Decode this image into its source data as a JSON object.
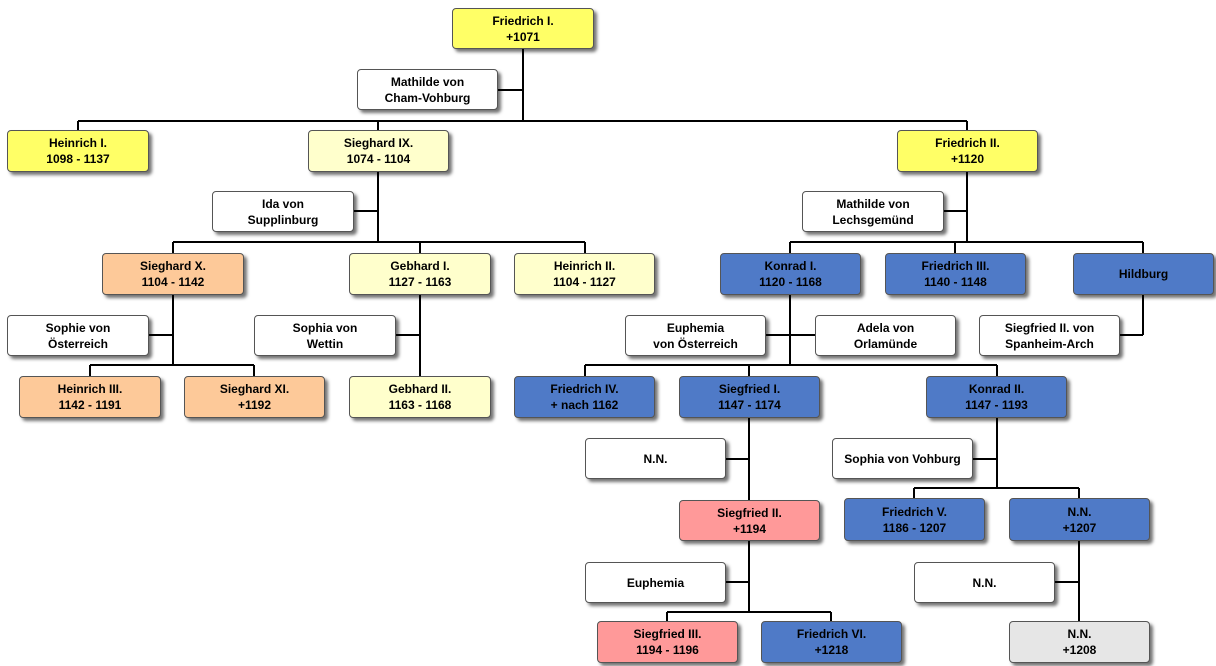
{
  "colors": {
    "yellow": "#ffff66",
    "cream": "#ffffcc",
    "peach": "#fdc999",
    "blue": "#4f7ac7",
    "pink": "#ff9999",
    "gray": "#e6e6e6",
    "white": "#ffffff"
  },
  "nodes": {
    "friedrich_i": {
      "name": "Friedrich I.",
      "dates": "+1071"
    },
    "mathilde_cham": {
      "name": "Mathilde von",
      "dates": "Cham-Vohburg"
    },
    "heinrich_i": {
      "name": "Heinrich I.",
      "dates": "1098 - 1137"
    },
    "sieghard_ix": {
      "name": "Sieghard IX.",
      "dates": "1074 - 1104"
    },
    "friedrich_ii": {
      "name": "Friedrich II.",
      "dates": "+1120"
    },
    "ida": {
      "name": "Ida von",
      "dates": "Supplinburg"
    },
    "mathilde_lech": {
      "name": "Mathilde von",
      "dates": "Lechsgemünd"
    },
    "sieghard_x": {
      "name": "Sieghard X.",
      "dates": "1104 - 1142"
    },
    "gebhard_i": {
      "name": "Gebhard I.",
      "dates": "1127 - 1163"
    },
    "heinrich_ii": {
      "name": "Heinrich II.",
      "dates": "1104 - 1127"
    },
    "konrad_i": {
      "name": "Konrad I.",
      "dates": "1120 - 1168"
    },
    "friedrich_iii": {
      "name": "Friedrich III.",
      "dates": "1140 - 1148"
    },
    "hildburg": {
      "name": "Hildburg",
      "dates": ""
    },
    "sophie": {
      "name": "Sophie von",
      "dates": "Österreich"
    },
    "sophia_wettin": {
      "name": "Sophia von",
      "dates": "Wettin"
    },
    "euphemia_oe": {
      "name": "Euphemia",
      "dates": "von Österreich"
    },
    "adela": {
      "name": "Adela von",
      "dates": "Orlamünde"
    },
    "siegfried_ii_sp": {
      "name": "Siegfried II. von",
      "dates": "Spanheim-Arch"
    },
    "heinrich_iii": {
      "name": "Heinrich III.",
      "dates": "1142 - 1191"
    },
    "sieghard_xi": {
      "name": "Sieghard XI.",
      "dates": "+1192"
    },
    "gebhard_ii": {
      "name": "Gebhard II.",
      "dates": "1163 - 1168"
    },
    "friedrich_iv": {
      "name": "Friedrich IV.",
      "dates": "+ nach 1162"
    },
    "siegfried_i": {
      "name": "Siegfried I.",
      "dates": "1147 - 1174"
    },
    "konrad_ii": {
      "name": "Konrad II.",
      "dates": "1147 - 1193"
    },
    "nn_1": {
      "name": "N.N.",
      "dates": ""
    },
    "sophia_vohburg": {
      "name": "Sophia von Vohburg",
      "dates": ""
    },
    "siegfried_ii": {
      "name": "Siegfried II.",
      "dates": "+1194"
    },
    "friedrich_v": {
      "name": "Friedrich V.",
      "dates": "1186 - 1207"
    },
    "nn_2": {
      "name": "N.N.",
      "dates": "+1207"
    },
    "euphemia": {
      "name": "Euphemia",
      "dates": ""
    },
    "nn_3": {
      "name": "N.N.",
      "dates": ""
    },
    "siegfried_iii": {
      "name": "Siegfried III.",
      "dates": "1194 - 1196"
    },
    "friedrich_vi": {
      "name": "Friedrich VI.",
      "dates": "+1218"
    },
    "nn_4": {
      "name": "N.N.",
      "dates": "+1208"
    }
  }
}
